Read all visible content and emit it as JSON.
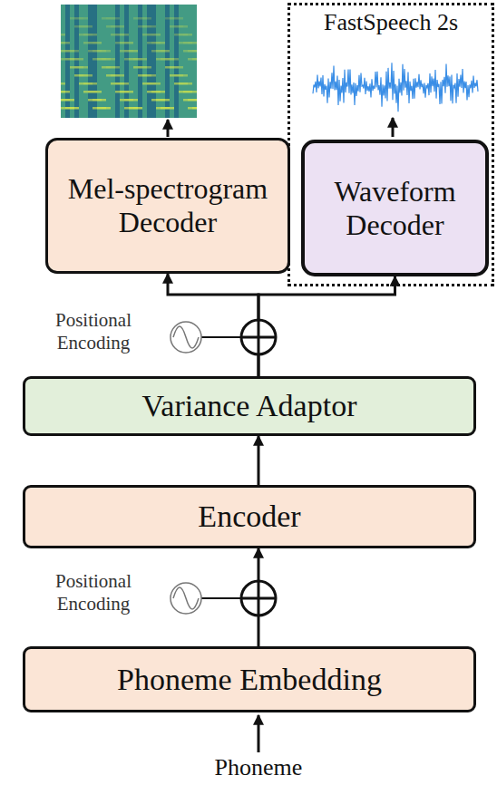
{
  "diagram": {
    "nodes": [
      {
        "text": [
          "Mel-spectrogram Decoder"
        ]
      },
      {
        "text": [
          "FastSpeech 2s"
        ]
      },
      {
        "text": [
          "Waveform Decoder"
        ],
        "in": 1
      },
      {
        "text": [
          "Variance Adaptor"
        ]
      },
      {
        "text": [
          "Encoder"
        ]
      },
      {
        "text": [
          "Phoneme Embedding"
        ]
      }
    ],
    "edges": [
      {
        "from": 5,
        "to": 4,
        "arrow": "to"
      },
      {
        "from": 4,
        "to": 3,
        "arrow": "to"
      },
      {
        "from": 3,
        "to": 0,
        "arrow": "to"
      },
      {
        "from": 3,
        "to": 2,
        "arrow": "to"
      }
    ],
    "labels": [
      "Positional Encoding",
      "Positional Encoding",
      "Phoneme"
    ]
  }
}
